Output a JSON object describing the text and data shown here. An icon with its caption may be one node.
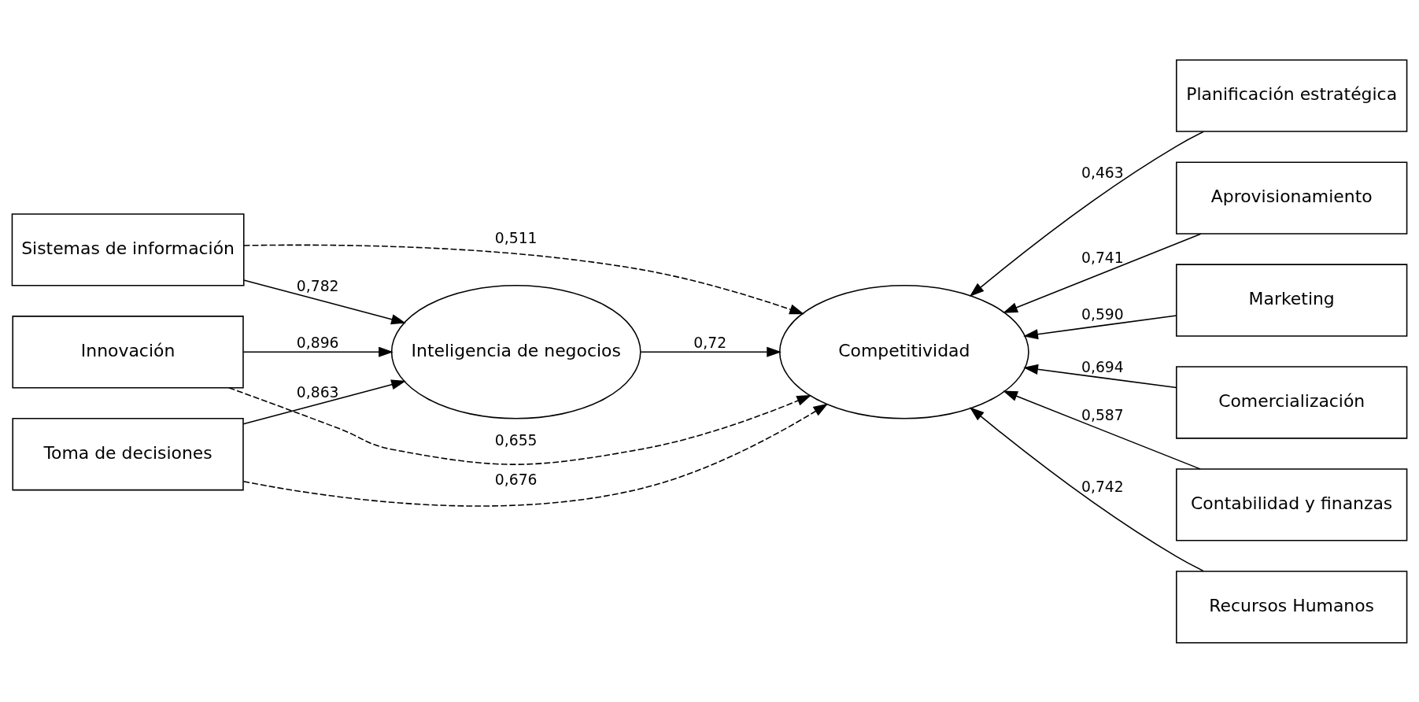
{
  "diagram": {
    "nodes": [
      {
        "text": [
          "Sistemas de información"
        ]
      },
      {
        "text": [
          "Innovación"
        ]
      },
      {
        "text": [
          "Toma de decisiones"
        ]
      },
      {
        "text": [
          "Inteligencia de negocios"
        ]
      },
      {
        "text": [
          "Competitividad"
        ]
      },
      {
        "text": [
          "Planificación estratégica"
        ]
      },
      {
        "text": [
          "Aprovisionamiento"
        ]
      },
      {
        "text": [
          "Marketing"
        ]
      },
      {
        "text": [
          "Comercialización"
        ]
      },
      {
        "text": [
          "Contabilidad y finanzas"
        ]
      },
      {
        "text": [
          "Recursos Humanos"
        ]
      }
    ],
    "edges": [
      {
        "from": 0,
        "to": 3,
        "arrow": "to",
        "label": "0,782"
      },
      {
        "from": 1,
        "to": 3,
        "arrow": "to",
        "label": "0,896"
      },
      {
        "from": 2,
        "to": 3,
        "arrow": "to",
        "label": "0,863"
      },
      {
        "from": 3,
        "to": 4,
        "arrow": "to",
        "label": "0,72"
      },
      {
        "from": 0,
        "to": 4,
        "arrow": "to",
        "label": "0,511",
        "style": "dashed"
      },
      {
        "from": 1,
        "to": 4,
        "arrow": "to",
        "label": "0,655",
        "style": "dashed"
      },
      {
        "from": 2,
        "to": 4,
        "arrow": "to",
        "label": "0,676",
        "style": "dashed"
      },
      {
        "from": 5,
        "to": 4,
        "arrow": "to",
        "label": "0,463"
      },
      {
        "from": 6,
        "to": 4,
        "arrow": "to",
        "label": "0,741"
      },
      {
        "from": 7,
        "to": 4,
        "arrow": "to",
        "label": "0,590"
      },
      {
        "from": 8,
        "to": 4,
        "arrow": "to",
        "label": "0,694"
      },
      {
        "from": 9,
        "to": 4,
        "arrow": "to",
        "label": "0,587"
      },
      {
        "from": 10,
        "to": 4,
        "arrow": "to",
        "label": "0,742"
      }
    ]
  }
}
